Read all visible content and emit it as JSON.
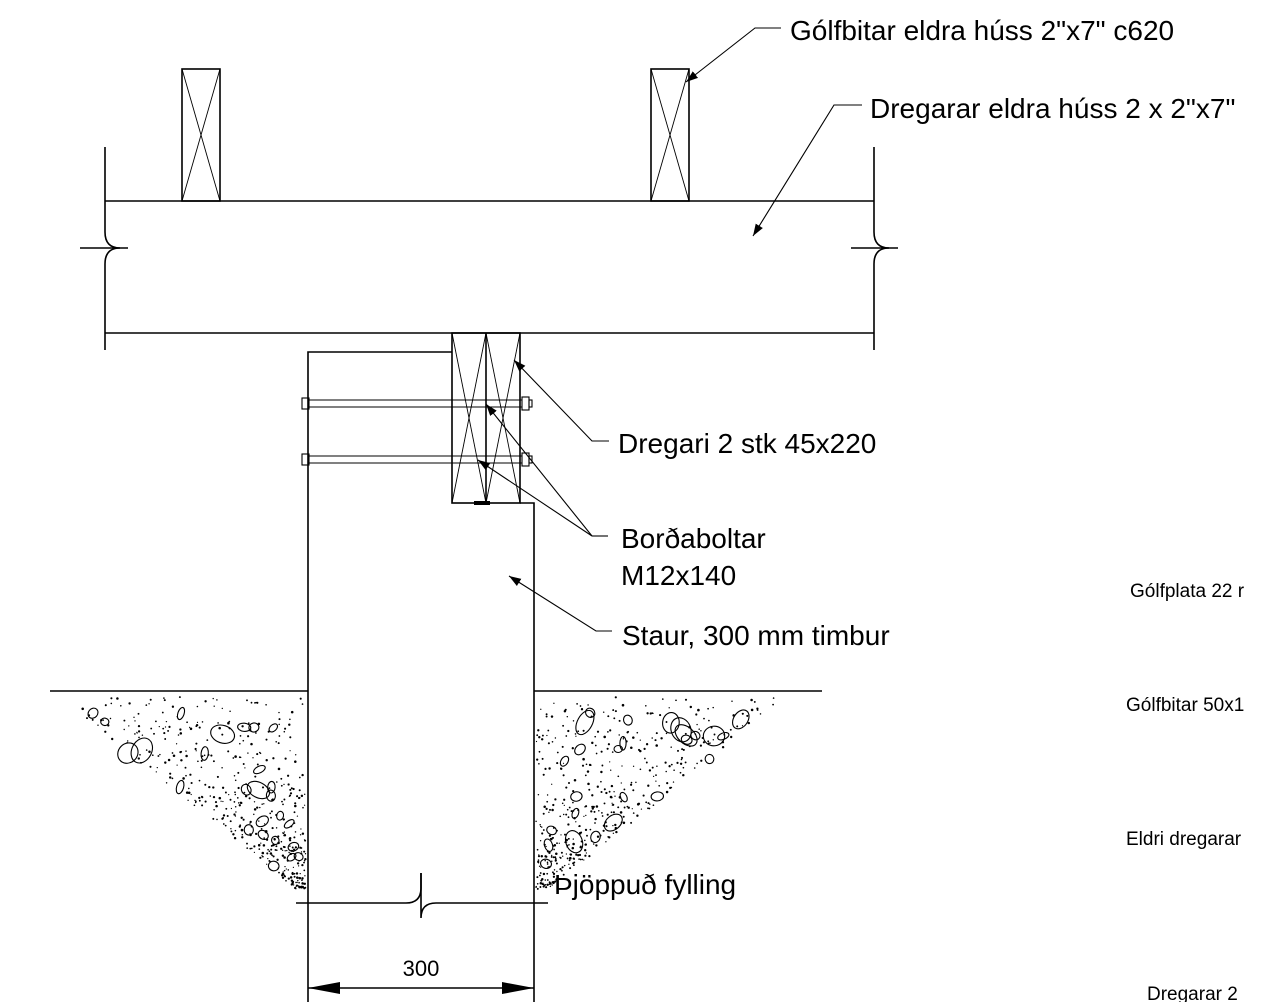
{
  "labels": {
    "floor_joists_old": "Gólfbitar eldra húss 2\"x7\" c620",
    "beams_old": "Dregarar eldra húss 2 x 2\"x7\"",
    "beam_new": "Dregari 2 stk 45x220",
    "bolts_line1": "Borðaboltar",
    "bolts_line2": "M12x140",
    "post": "Staur, 300 mm timbur",
    "fill": "Þjöppuð fylling",
    "dimension": "300"
  },
  "partial_labels": {
    "floor_plate": "Gólfplata 22 r",
    "floor_joists": "Gólfbitar 50x1",
    "older_beams": "Eldri dregarar",
    "beams_2": "Dregarar 2"
  }
}
